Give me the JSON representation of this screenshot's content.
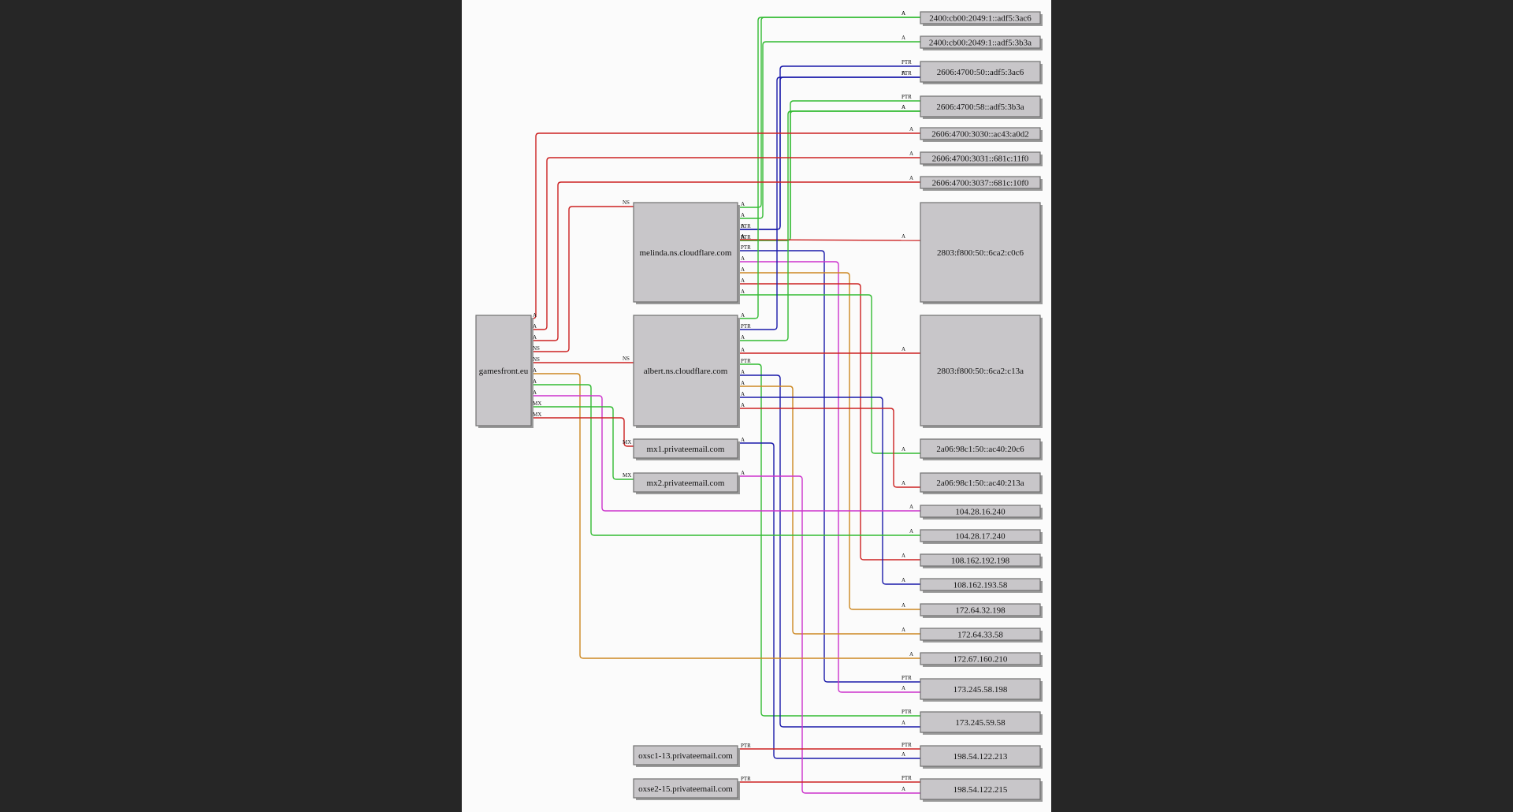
{
  "diagram": {
    "nodes": [
      {
        "id": "gamesfront",
        "label": "gamesfront.eu"
      },
      {
        "id": "melinda",
        "label": "melinda.ns.cloudflare.com"
      },
      {
        "id": "albert",
        "label": "albert.ns.cloudflare.com"
      },
      {
        "id": "mx1",
        "label": "mx1.privateemail.com"
      },
      {
        "id": "mx2",
        "label": "mx2.privateemail.com"
      },
      {
        "id": "oxsc1",
        "label": "oxsc1-13.privateemail.com"
      },
      {
        "id": "oxse2",
        "label": "oxse2-15.privateemail.com"
      },
      {
        "id": "ip_2400_3ac6",
        "label": "2400:cb00:2049:1::adf5:3ac6"
      },
      {
        "id": "ip_2400_3b3a",
        "label": "2400:cb00:2049:1::adf5:3b3a"
      },
      {
        "id": "ip_2606_50",
        "label": "2606:4700:50::adf5:3ac6"
      },
      {
        "id": "ip_2606_58",
        "label": "2606:4700:58::adf5:3b3a"
      },
      {
        "id": "ip_3030",
        "label": "2606:4700:3030::ac43:a0d2"
      },
      {
        "id": "ip_3031",
        "label": "2606:4700:3031::681c:11f0"
      },
      {
        "id": "ip_3037",
        "label": "2606:4700:3037::681c:10f0"
      },
      {
        "id": "ip_2803_c0c6",
        "label": "2803:f800:50::6ca2:c0c6"
      },
      {
        "id": "ip_2803_c13a",
        "label": "2803:f800:50::6ca2:c13a"
      },
      {
        "id": "ip_2a06_20c6",
        "label": "2a06:98c1:50::ac40:20c6"
      },
      {
        "id": "ip_2a06_213a",
        "label": "2a06:98c1:50::ac40:213a"
      },
      {
        "id": "ip_104_16",
        "label": "104.28.16.240"
      },
      {
        "id": "ip_104_17",
        "label": "104.28.17.240"
      },
      {
        "id": "ip_108_198",
        "label": "108.162.192.198"
      },
      {
        "id": "ip_108_58",
        "label": "108.162.193.58"
      },
      {
        "id": "ip_172_32",
        "label": "172.64.32.198"
      },
      {
        "id": "ip_172_33",
        "label": "172.64.33.58"
      },
      {
        "id": "ip_172_67",
        "label": "172.67.160.210"
      },
      {
        "id": "ip_173_198",
        "label": "173.245.58.198"
      },
      {
        "id": "ip_173_58",
        "label": "173.245.59.58"
      },
      {
        "id": "ip_198_213",
        "label": "198.54.122.213"
      },
      {
        "id": "ip_198_215",
        "label": "198.54.122.215"
      }
    ],
    "edge_labels": {
      "a": "A",
      "ptr": "PTR",
      "ns": "NS",
      "mx": "MX"
    },
    "colors": {
      "red": "#cc2222",
      "green": "#33bb33",
      "blue": "#1a1aaa",
      "magenta": "#cc33cc",
      "orange": "#cc8822"
    }
  }
}
